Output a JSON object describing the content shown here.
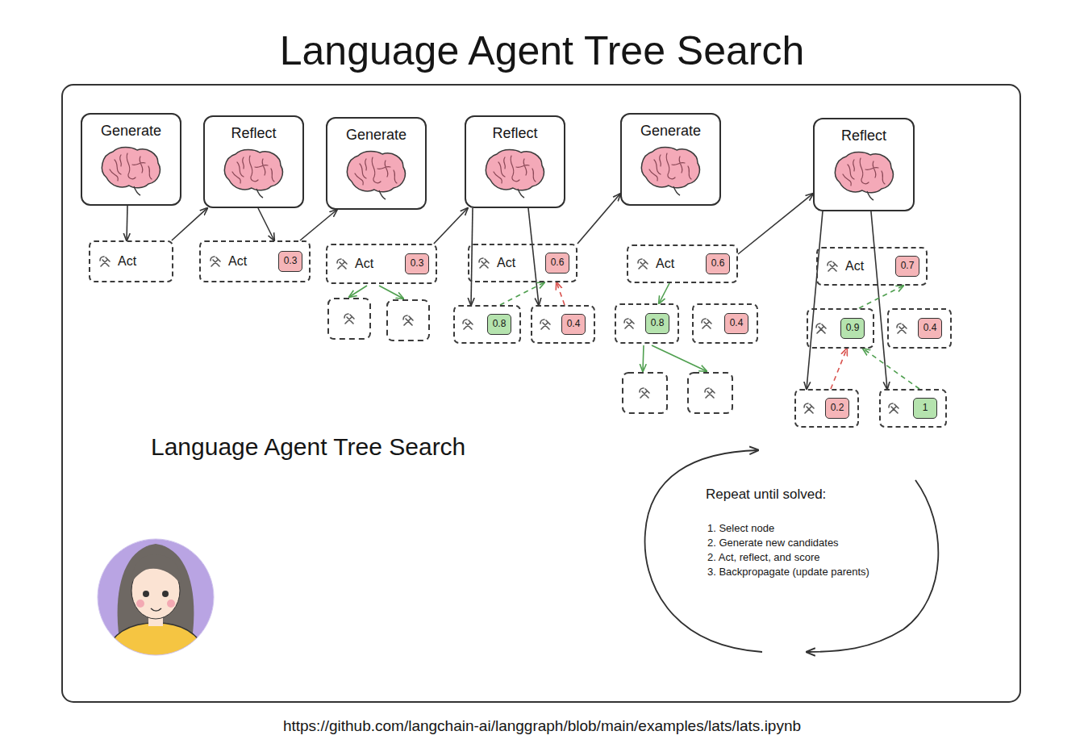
{
  "diagram": {
    "title": "Language Agent Tree Search",
    "caption": "https://github.com/langchain-ai/langgraph/blob/main/examples/lats/lats.ipynb",
    "nodes": [
      {
        "text": [
          "Generate"
        ]
      },
      {
        "text": [
          "Act"
        ]
      },
      {
        "text": [
          "Reflect"
        ]
      },
      {
        "text": [
          "Act",
          "0.3"
        ]
      },
      {
        "text": [
          "Generate"
        ]
      },
      {
        "text": [
          "Act",
          "0.3"
        ]
      },
      {
        "text": [
          "Reflect"
        ]
      },
      {
        "text": [
          "Act",
          "0.6"
        ]
      },
      {
        "text": [
          "0.8"
        ]
      },
      {
        "text": [
          "0.4"
        ]
      },
      {
        "text": [
          "Generate"
        ]
      },
      {
        "text": [
          "Act",
          "0.6"
        ]
      },
      {
        "text": [
          "0.8"
        ]
      },
      {
        "text": [
          "0.4"
        ]
      },
      {
        "text": [
          "Reflect"
        ]
      },
      {
        "text": [
          "Act",
          "0.7"
        ]
      },
      {
        "text": [
          "0.9"
        ]
      },
      {
        "text": [
          "0.4"
        ]
      },
      {
        "text": [
          "0.2"
        ]
      },
      {
        "text": [
          "1"
        ]
      }
    ],
    "edges": [
      {
        "from": 0,
        "to": 1,
        "arrow": "to"
      },
      {
        "from": 1,
        "to": 2,
        "arrow": "to"
      },
      {
        "from": 2,
        "to": 3,
        "arrow": "to"
      },
      {
        "from": 3,
        "to": 4,
        "arrow": "to"
      },
      {
        "from": 5,
        "to": 6,
        "arrow": "to"
      },
      {
        "from": 6,
        "to": 8,
        "arrow": "to"
      },
      {
        "from": 6,
        "to": 9,
        "arrow": "to"
      },
      {
        "from": 8,
        "to": 7,
        "arrow": "to"
      },
      {
        "from": 9,
        "to": 7,
        "arrow": "to"
      },
      {
        "from": 7,
        "to": 10,
        "arrow": "to"
      },
      {
        "from": 11,
        "to": 12,
        "arrow": "to"
      },
      {
        "from": 11,
        "to": 14,
        "arrow": "to"
      },
      {
        "from": 14,
        "to": 18,
        "arrow": "to"
      },
      {
        "from": 14,
        "to": 19,
        "arrow": "to"
      },
      {
        "from": 16,
        "to": 15,
        "arrow": "to"
      },
      {
        "from": 18,
        "to": 16,
        "arrow": "to"
      },
      {
        "from": 19,
        "to": 16,
        "arrow": "to"
      }
    ],
    "labels": [
      "Language Agent Tree Search",
      "Repeat until solved:",
      "1. Select node",
      "2. Generate new candidates",
      "2. Act, reflect, and score",
      "3. Backpropagate (update parents)"
    ]
  }
}
